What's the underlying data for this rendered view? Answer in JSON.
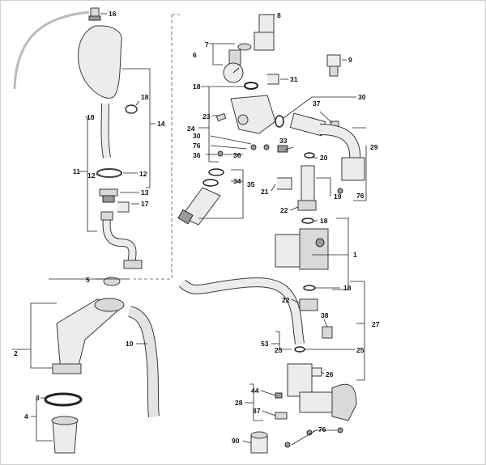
{
  "diagram": {
    "labels": {
      "l1": "1",
      "l2": "2",
      "l3": "3",
      "l4": "4",
      "l5": "5",
      "l6": "6",
      "l7": "7",
      "l8": "8",
      "l9": "9",
      "l10": "10",
      "l11": "11",
      "l12a": "12",
      "l12b": "12",
      "l13": "13",
      "l14": "14",
      "l16": "16",
      "l17": "17",
      "l18a": "18",
      "l18b": "18",
      "l18c": "18",
      "l18d": "18",
      "l18e": "18",
      "l19": "19",
      "l20": "20",
      "l21": "21",
      "l22a": "22",
      "l22b": "22",
      "l23": "23",
      "l24": "24",
      "l25a": "25",
      "l25b": "25",
      "l26": "26",
      "l27": "27",
      "l28": "28",
      "l29": "29",
      "l30a": "30",
      "l30b": "30",
      "l31": "31",
      "l33": "33",
      "l34": "34",
      "l35": "35",
      "l36a": "36",
      "l36b": "36",
      "l37": "37",
      "l38": "38",
      "l44": "44",
      "l53": "53",
      "l76a": "76",
      "l76b": "76",
      "l76c": "76",
      "l87": "87",
      "l90": "90"
    }
  }
}
